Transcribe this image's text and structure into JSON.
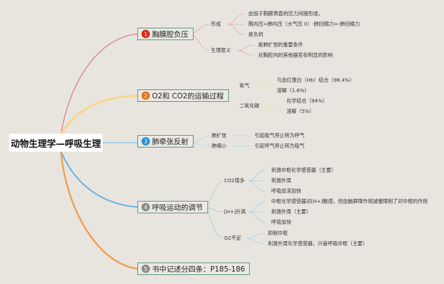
{
  "root": {
    "label": "动物生理学—呼吸生理"
  },
  "colors": {
    "branch1": "#e07a8a",
    "branch2": "#f6d58a",
    "branch3": "#7cc3e6",
    "branch4": "#5aaee0",
    "branch5": "#f0a055",
    "badge1": "#d8281c",
    "badge2": "#e8701a",
    "badge3": "#2a8fd6",
    "badge4": "#8a8a8a",
    "badge5": "#8a8a8a",
    "topic_border": "#5a9a7a",
    "background": "#e8e5df"
  },
  "topics": [
    {
      "number": "1",
      "label": "胸膜腔负压",
      "children": [
        {
          "label": "形成",
          "children": [
            "由加于胸膜表面的压力间接形成，",
            "胸内压=肺内压（大气压 0）-肺回缩力=-肺回缩力",
            "是负的"
          ]
        },
        {
          "label": "生理意义",
          "children": [
            "是肺扩张的重要条件",
            "对胸腔内的其他器官有明显的影响"
          ]
        }
      ]
    },
    {
      "number": "2",
      "label": "O2和 CO2的运输过程",
      "children": [
        {
          "label": "氧气",
          "children": [
            "与血红蛋白（Hb）结合（98.4%）",
            "溶解（1.6%）"
          ]
        },
        {
          "label": "二氧化碳",
          "children": [
            "化学结合（94%）",
            "溶解（5%）"
          ]
        }
      ]
    },
    {
      "number": "3",
      "label": "肺牵张反射",
      "children": [
        {
          "label": "肺扩张",
          "children": [
            "引起吸气停止转为呼气"
          ]
        },
        {
          "label": "肺缩小",
          "children": [
            "引起呼气停止转为吸气"
          ]
        }
      ]
    },
    {
      "number": "4",
      "label": "呼吸运动的调节",
      "children": [
        {
          "label": "CO2增多",
          "children": [
            "刺激中枢化学感受器（主要）",
            "刺激外周",
            "呼吸加深加快"
          ]
        },
        {
          "label": "[H+]升高",
          "children": [
            "中枢化学感受器对[H+]敏感，但血脑屏障作用减慢限制了对中枢的作用",
            "刺激外周（主要）",
            "呼吸加快"
          ]
        },
        {
          "label": "O2不足",
          "children": [
            "抑制中枢",
            "刺激外周化学感受器，兴奋呼吸中枢（主要）"
          ]
        }
      ]
    },
    {
      "number": "5",
      "label": "书中记述分四条：P185-186",
      "children": []
    }
  ]
}
